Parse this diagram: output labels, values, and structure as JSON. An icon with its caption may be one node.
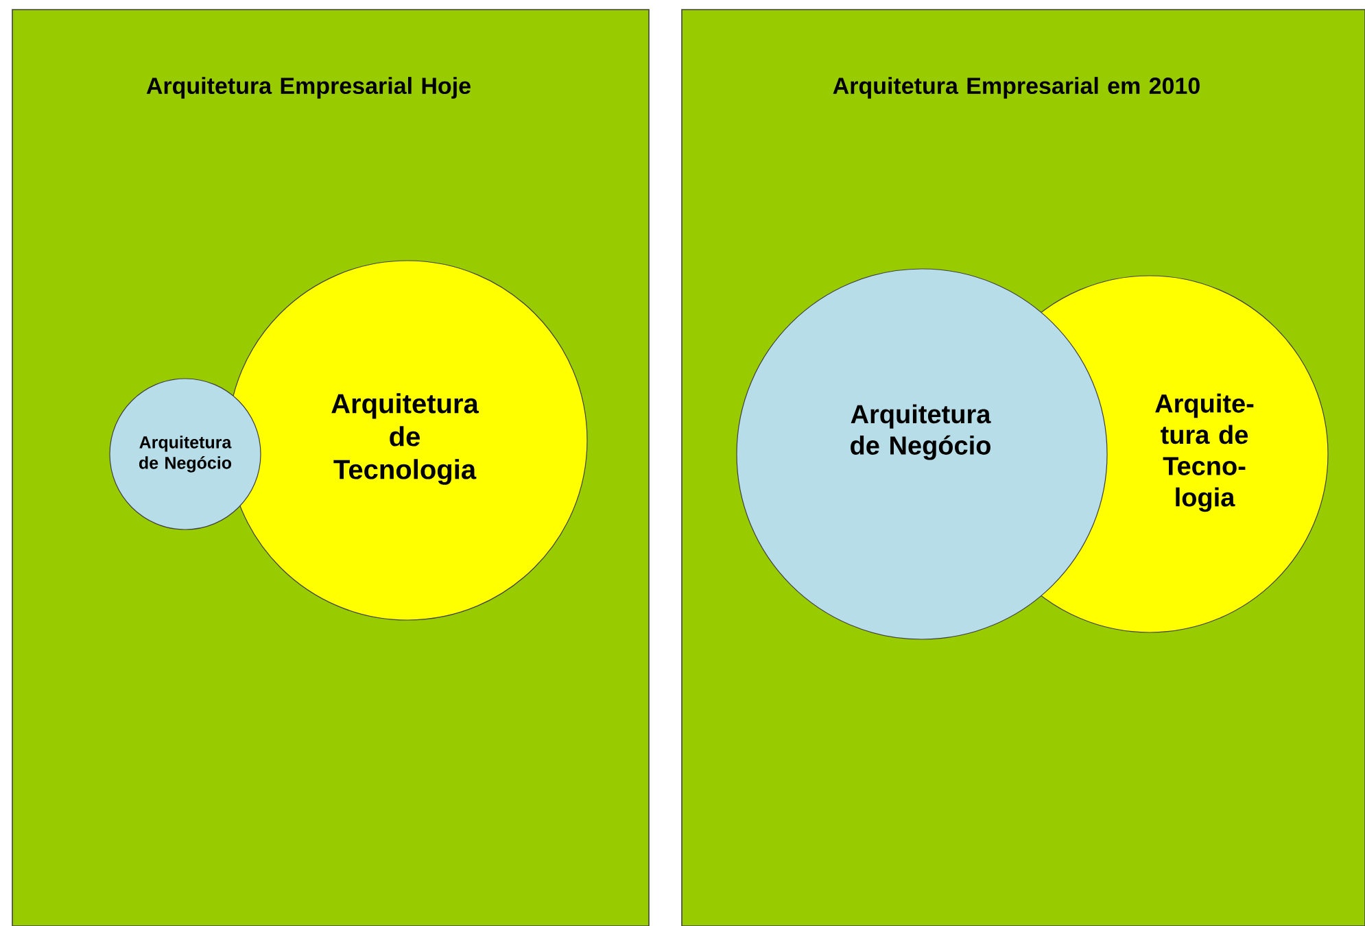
{
  "diagram": {
    "nodes": [
      {
        "text": [
          "Arquitetura Empresarial Hoje"
        ]
      },
      {
        "text": [
          "Arquitetura de Negócio"
        ],
        "in": 0
      },
      {
        "text": [
          "Arquitetura de Tecnologia"
        ],
        "in": 0
      },
      {
        "text": [
          "Arquitetura Empresarial em 2010"
        ]
      },
      {
        "text": [
          "Arquitetura de Negócio"
        ],
        "in": 3
      },
      {
        "text": [
          "Arquite-tura de Tecno-logia"
        ],
        "in": 3
      }
    ]
  }
}
